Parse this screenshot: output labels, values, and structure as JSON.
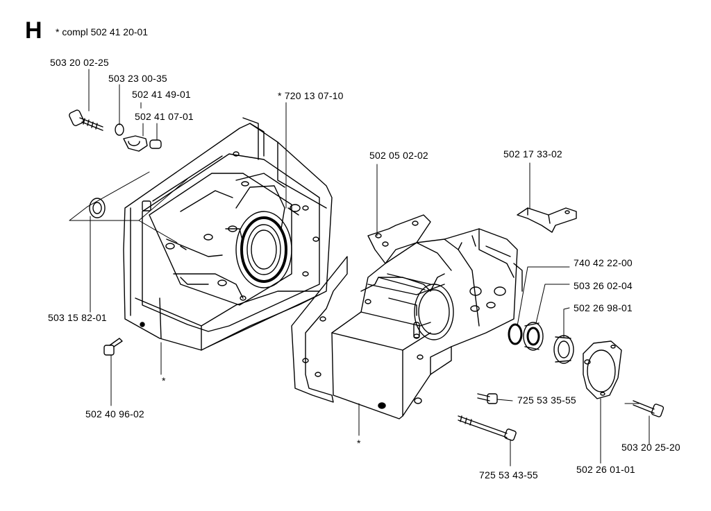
{
  "section_letter": "H",
  "assembly_note": "*  compl 502 41 20-01",
  "asterisk": "*",
  "parts": {
    "p_503200225": "503 20 02-25",
    "p_503230035": "503 23 00-35",
    "p_502414901": "502 41 49-01",
    "p_502410701": "502 41 07-01",
    "p_720130710": "*  720 13 07-10",
    "p_502050202": "502 05 02-02",
    "p_502173302": "502 17 33-02",
    "p_740422200": "740 42 22-00",
    "p_503260204": "503 26 02-04",
    "p_502269801": "502 26 98-01",
    "p_503158201": "503 15 82-01",
    "p_502409602": "502 40 96-02",
    "p_725533555": "725 53 35-55",
    "p_503202520": "503 20 25-20",
    "p_725534355": "725 53 43-55",
    "p_502260101": "502 26 01-01"
  }
}
